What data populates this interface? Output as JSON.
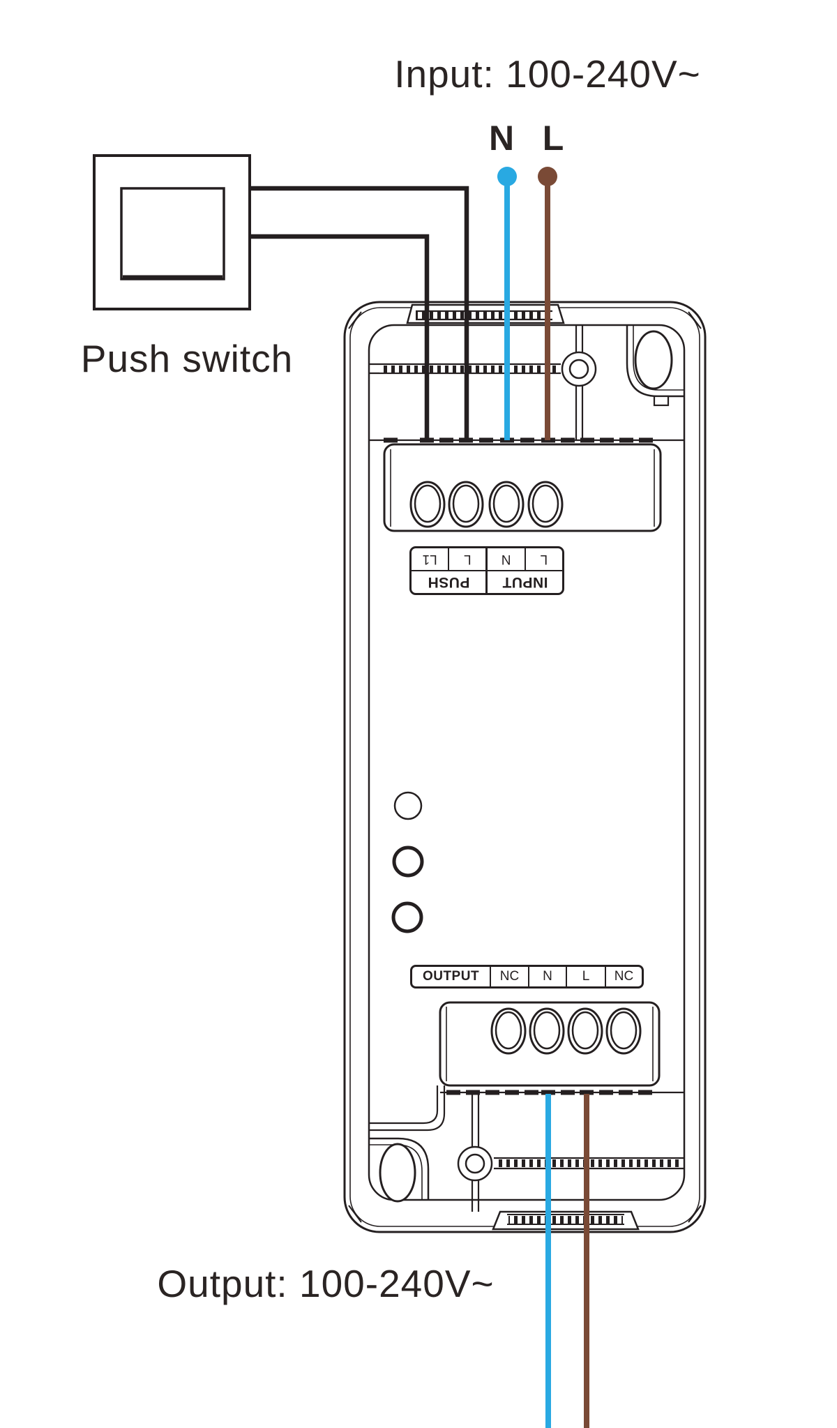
{
  "diagram": {
    "input": {
      "title": "Input: 100-240V~",
      "neutral_label": "N",
      "live_label": "L"
    },
    "push_switch": {
      "label": "Push switch"
    },
    "output": {
      "title": "Output: 100-240V~"
    },
    "device": {
      "push_input_table": {
        "rotated_deg": 180,
        "push": {
          "label": "PUSH",
          "terminals": [
            "L1",
            "L"
          ]
        },
        "input": {
          "label": "INPUT",
          "terminals": [
            "N",
            "L"
          ]
        },
        "displayed_terminal_order": [
          "L1",
          "L",
          "N",
          "L"
        ]
      },
      "output_table": {
        "label": "OUTPUT",
        "terminals": [
          "NC",
          "N",
          "L",
          "NC"
        ]
      }
    },
    "colors": {
      "line_art": "#241f20",
      "neutral_wire": "#29a9e2",
      "live_wire": "#7a4a36",
      "switch_wire": "#241f20"
    }
  }
}
